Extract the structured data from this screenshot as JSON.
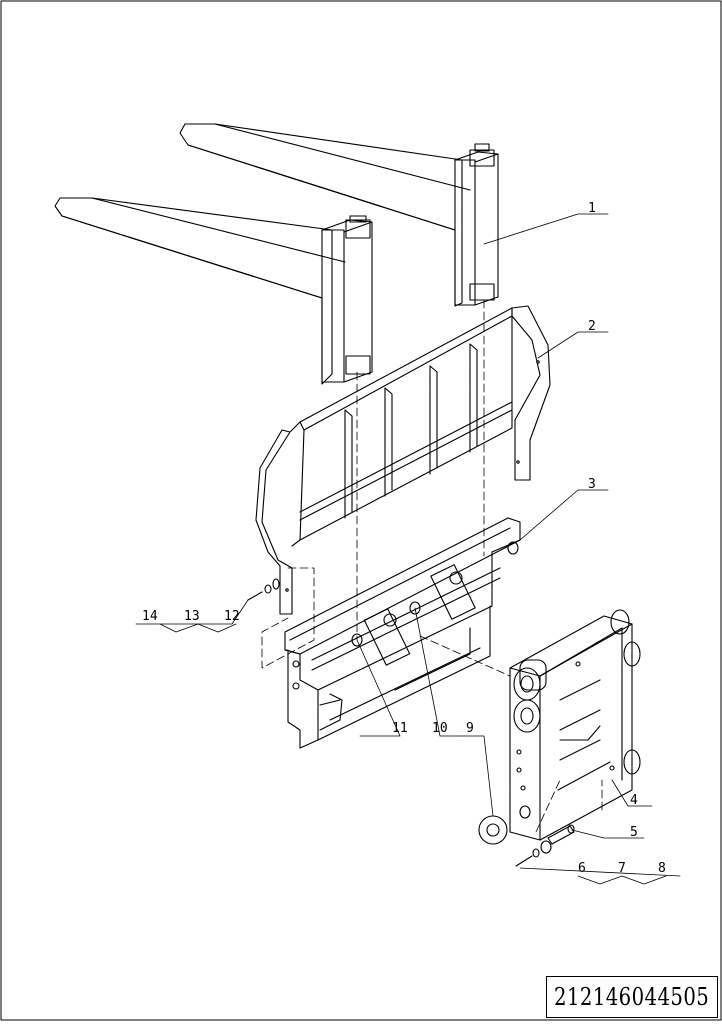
{
  "drawing": {
    "drawing_number": "212146044505",
    "part_labels": [
      "1",
      "2",
      "3",
      "4",
      "5",
      "6",
      "7",
      "8",
      "9",
      "10",
      "11",
      "12",
      "13",
      "14"
    ]
  }
}
